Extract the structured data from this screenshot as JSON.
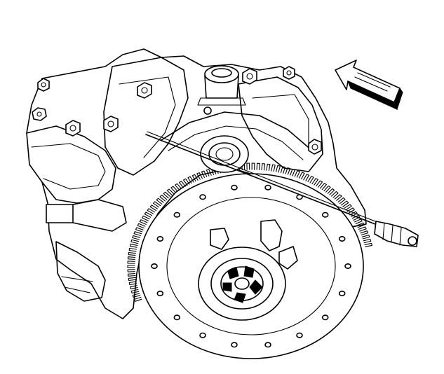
{
  "figure": {
    "kind": "line-art service illustration",
    "colors": {
      "ink": "#000000",
      "paper": "#ffffff"
    },
    "icons": {
      "direction_indicator": "arrow-icon"
    },
    "parts_depicted": [
      "engine-block",
      "flywheel",
      "ring-gear",
      "crankshaft-hub",
      "sensor-probe",
      "bolt"
    ]
  }
}
